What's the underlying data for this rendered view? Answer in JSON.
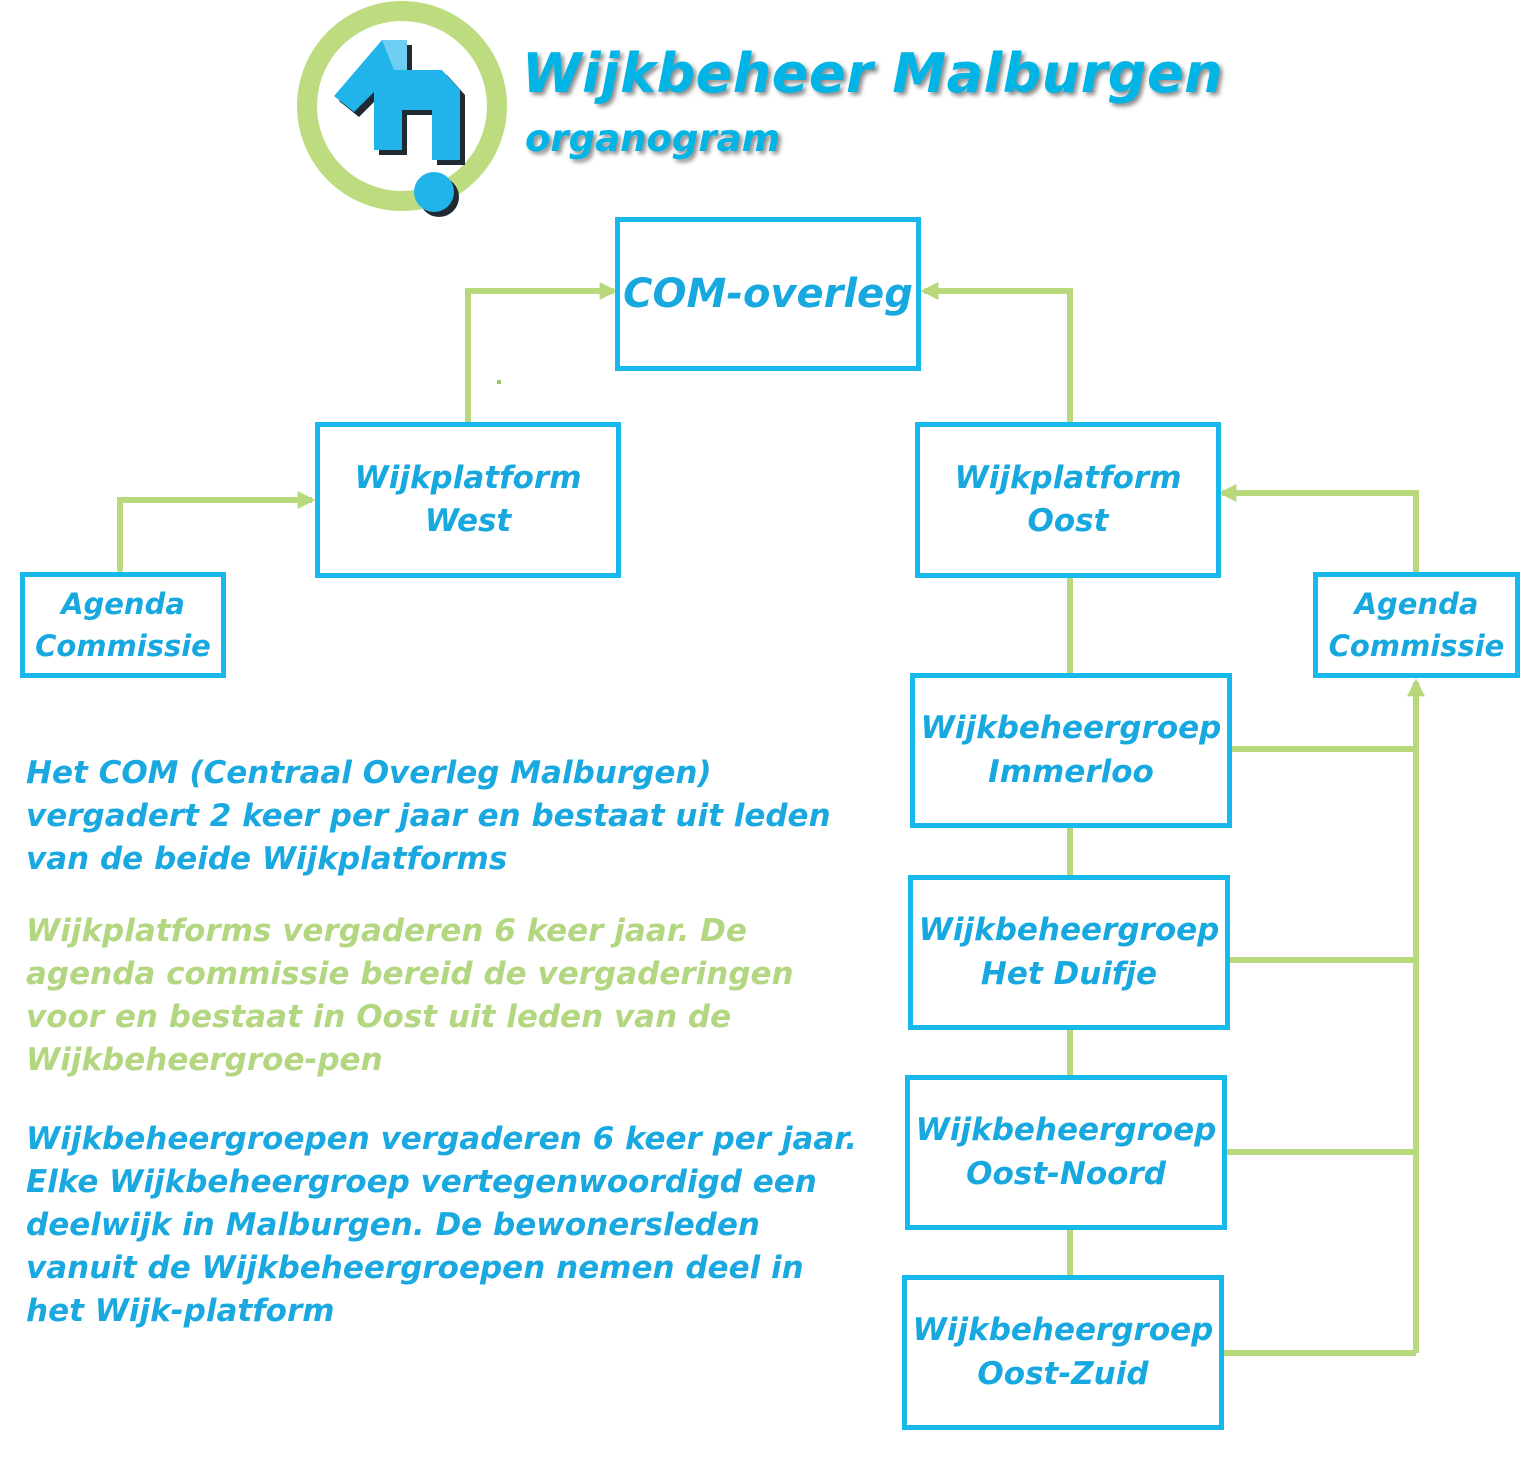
{
  "header": {
    "title": "Wijkbeheer Malburgen",
    "subtitle": "organogram"
  },
  "colors": {
    "brand_blue": "#00b4e6",
    "box_border": "#17b8ec",
    "connector_green": "#b7d97c",
    "logo_ring_green": "#bcdc7f"
  },
  "logo": {
    "icon": "wijkbeheer-malburgen-logo-icon",
    "text": ""
  },
  "nodes": {
    "com": {
      "line1": "COM-overleg"
    },
    "west": {
      "line1": "Wijkplatform",
      "line2": "West"
    },
    "oost": {
      "line1": "Wijkplatform",
      "line2": "Oost"
    },
    "agenda_west": {
      "line1": "Agenda",
      "line2": "Commissie"
    },
    "agenda_oost": {
      "line1": "Agenda",
      "line2": "Commissie"
    },
    "immerloo": {
      "line1": "Wijkbeheergroep",
      "line2": "Immerloo"
    },
    "duifje": {
      "line1": "Wijkbeheergroep",
      "line2": "Het Duifje"
    },
    "oost_noord": {
      "line1": "Wijkbeheergroep",
      "line2": "Oost-Noord"
    },
    "oost_zuid": {
      "line1": "Wijkbeheergroep",
      "line2": "Oost-Zuid"
    }
  },
  "paragraphs": {
    "com": "Het COM (Centraal Overleg Malburgen) vergadert 2 keer per jaar en bestaat uit leden van de beide Wijkplatforms",
    "wijkplatforms": "Wijkplatforms vergaderen 6 keer jaar. De agenda commissie bereid de vergaderingen voor en bestaat in Oost uit leden van de Wijkbeheergroe-pen",
    "wijkbeheergroepen": "Wijkbeheergroepen vergaderen 6 keer per jaar. Elke Wijkbeheergroep vertegenwoordigd een deelwijk in Malburgen. De bewonersleden vanuit de Wijkbeheergroepen nemen deel in het Wijk-platform"
  }
}
